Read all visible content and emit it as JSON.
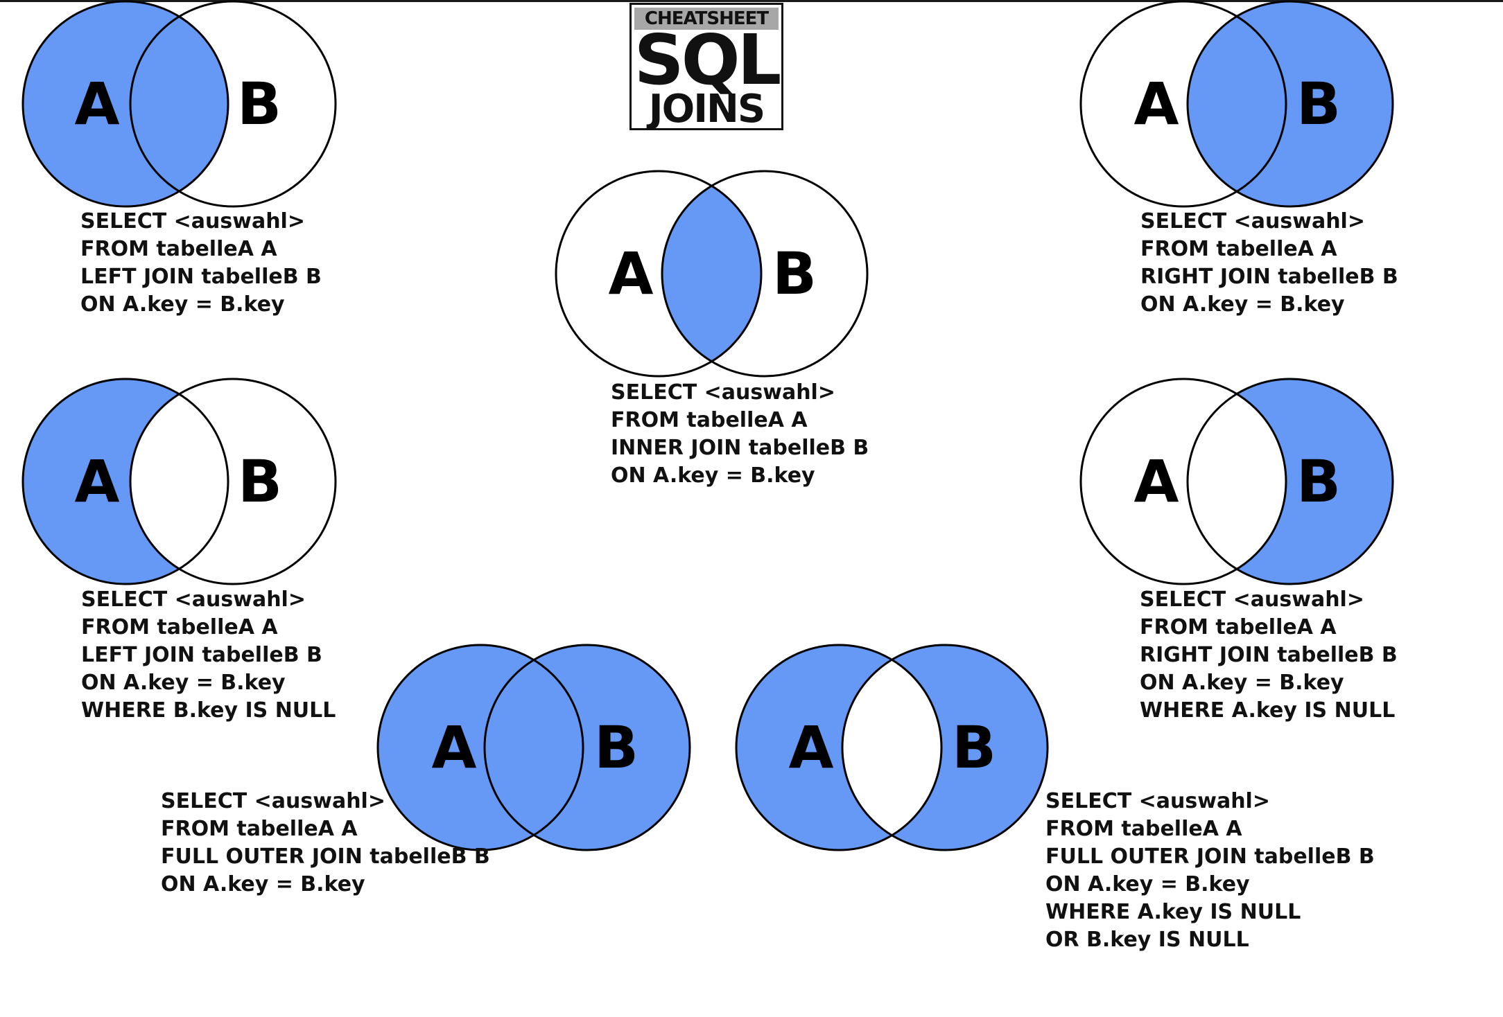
{
  "logo": {
    "banner": "CHEATSHEET",
    "line1": "SQL",
    "line2": "JOINS"
  },
  "colors": {
    "fill": "#6699f5",
    "stroke": "#000000",
    "background": "#ffffff"
  },
  "joins": [
    {
      "id": "left-join",
      "set_a": "A",
      "set_b": "B",
      "shade": "left-full",
      "sql": [
        "SELECT <auswahl>",
        "FROM tabelleA A",
        "LEFT JOIN tabelleB B",
        "ON A.key = B.key"
      ]
    },
    {
      "id": "inner-join",
      "set_a": "A",
      "set_b": "B",
      "shade": "intersection",
      "sql": [
        "SELECT <auswahl>",
        "FROM tabelleA A",
        "INNER JOIN tabelleB B",
        "ON A.key = B.key"
      ]
    },
    {
      "id": "right-join",
      "set_a": "A",
      "set_b": "B",
      "shade": "right-full",
      "sql": [
        "SELECT <auswahl>",
        "FROM tabelleA A",
        "RIGHT JOIN tabelleB B",
        "ON A.key = B.key"
      ]
    },
    {
      "id": "left-excluding-join",
      "set_a": "A",
      "set_b": "B",
      "shade": "left-only",
      "sql": [
        "SELECT <auswahl>",
        "FROM tabelleA A",
        "LEFT JOIN tabelleB B",
        "ON A.key = B.key",
        "WHERE B.key IS NULL"
      ]
    },
    {
      "id": "right-excluding-join",
      "set_a": "A",
      "set_b": "B",
      "shade": "right-only",
      "sql": [
        "SELECT <auswahl>",
        "FROM tabelleA A",
        "RIGHT JOIN tabelleB B",
        "ON A.key = B.key",
        "WHERE A.key IS NULL"
      ]
    },
    {
      "id": "full-outer-join",
      "set_a": "A",
      "set_b": "B",
      "shade": "all",
      "sql": [
        "SELECT <auswahl>",
        "FROM tabelleA A",
        "FULL OUTER JOIN tabelleB B",
        "ON A.key = B.key"
      ]
    },
    {
      "id": "full-outer-excluding-join",
      "set_a": "A",
      "set_b": "B",
      "shade": "symmetric-difference",
      "sql": [
        "SELECT <auswahl>",
        "FROM tabelleA A",
        "FULL OUTER JOIN tabelleB B",
        "ON A.key = B.key",
        "WHERE A.key IS NULL",
        "OR B.key IS NULL"
      ]
    }
  ]
}
